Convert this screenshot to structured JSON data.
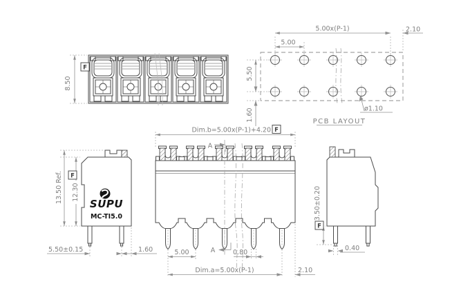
{
  "datum_label": "F",
  "colors": {
    "line": "#4a4a4a",
    "dimension": "#8f8f8f",
    "dim_text": "#7f7f7f",
    "brand_text": "#141414"
  },
  "top_view": {
    "height": "8.50"
  },
  "pcb_layout": {
    "caption": "PCB LAYOUT",
    "pitch_span": "5.00x(P-1)",
    "end_margin": "2.10",
    "pitch": "5.00",
    "row_spacing": "5.50",
    "row_edge": "1.60",
    "hole_dia": "ø1.10"
  },
  "side_view": {
    "overall_height": "13.50 Ref.",
    "body_height": "12.30",
    "brand": "SUPU",
    "model": "MC-TI5.0",
    "pin_spacing": "5.50±0.15",
    "pin_edge": "1.60"
  },
  "front_view": {
    "overall_width": "Dim.b=5.00x(P-1)+4.20",
    "section_label": "A",
    "pitch": "5.00",
    "pin_width": "0.80",
    "pin_span": "Dim.a=5.00x(P-1)",
    "end_margin": "2.10"
  },
  "end_view": {
    "pin_length": "3.50±0.20",
    "pin_thickness": "0.40"
  }
}
